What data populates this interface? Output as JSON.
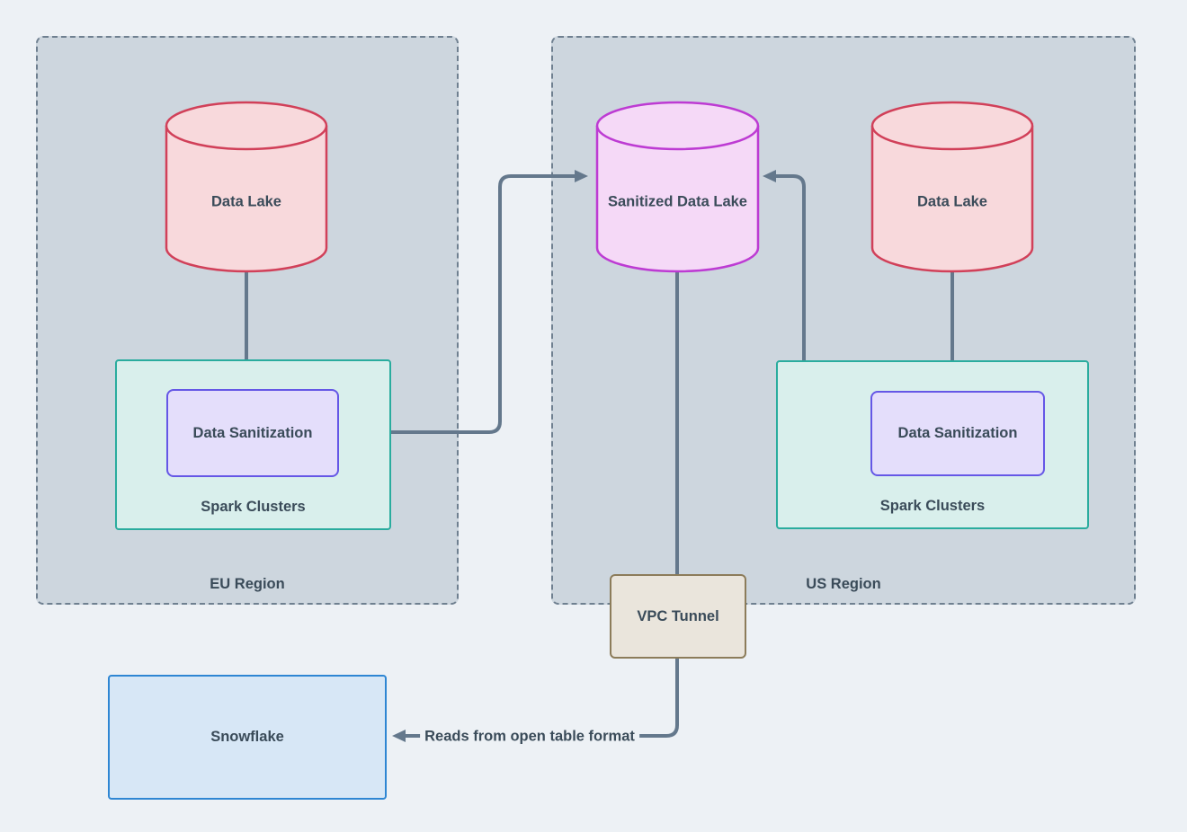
{
  "regions": {
    "eu": {
      "label": "EU Region"
    },
    "us": {
      "label": "US Region"
    }
  },
  "nodes": {
    "eu_data_lake": {
      "label": "Data Lake"
    },
    "eu_spark_clusters": {
      "label": "Spark Clusters"
    },
    "eu_data_sanitization": {
      "label": "Data Sanitization"
    },
    "sanitized_data_lake": {
      "label": "Sanitized Data Lake"
    },
    "us_data_lake": {
      "label": "Data Lake"
    },
    "us_spark_clusters": {
      "label": "Spark Clusters"
    },
    "us_data_sanitization": {
      "label": "Data Sanitization"
    },
    "vpc_tunnel": {
      "label": "VPC Tunnel"
    },
    "snowflake": {
      "label": "Snowflake"
    }
  },
  "edges": {
    "snowflake_read_label": "Reads from open table format"
  },
  "colors": {
    "background": "#edf1f5",
    "region_fill": "#cdd6de",
    "region_border": "#6f8090",
    "datalake_fill": "#f8d9dc",
    "datalake_stroke": "#d14059",
    "sanitized_fill": "#f5d9f7",
    "sanitized_stroke": "#bd3bd3",
    "spark_fill": "#d9efec",
    "spark_stroke": "#2aac9e",
    "sanitization_fill": "#e4defb",
    "sanitization_stroke": "#6557e6",
    "vpc_fill": "#eae5dc",
    "vpc_stroke": "#8c7c5a",
    "snowflake_fill": "#d7e7f6",
    "snowflake_stroke": "#2e86d3",
    "connector": "#64788c",
    "text": "#3a4b59"
  }
}
